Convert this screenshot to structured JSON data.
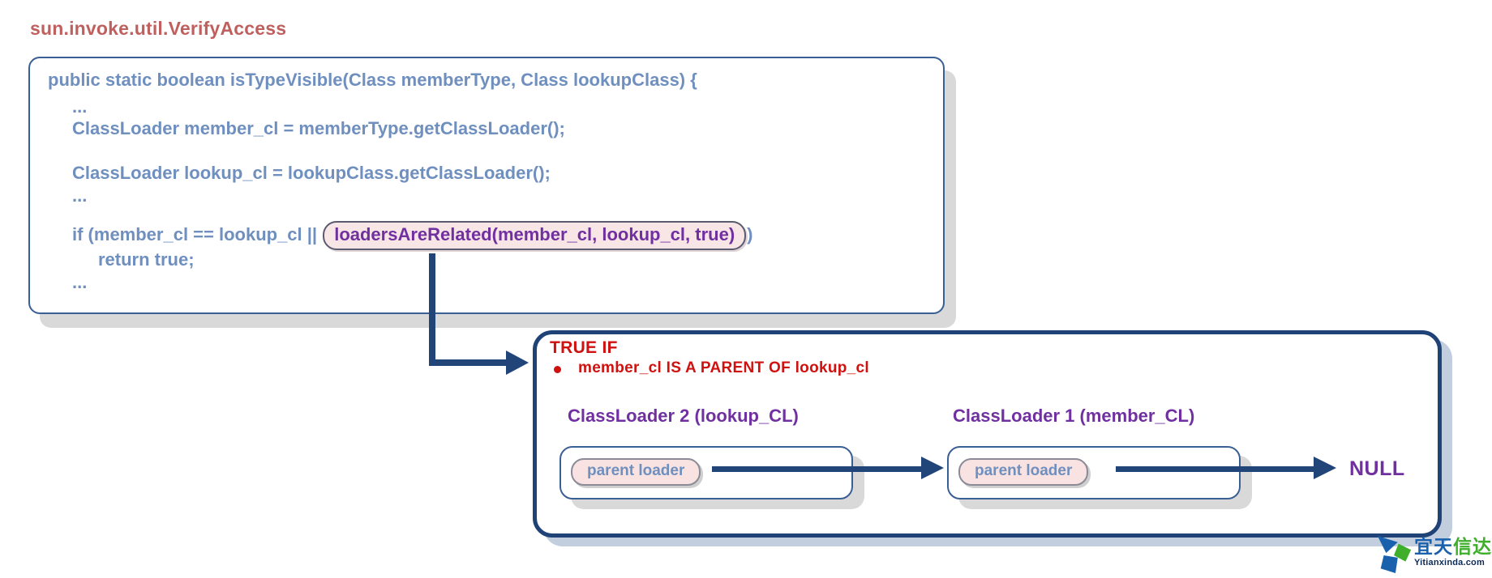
{
  "title": "sun.invoke.util.VerifyAccess",
  "code": {
    "lines": [
      "public static boolean isTypeVisible(Class memberType, Class lookupClass) {",
      "...",
      "ClassLoader member_cl = memberType.getClassLoader();",
      "ClassLoader lookup_cl = lookupClass.getClassLoader();",
      "...",
      "return true;",
      "..."
    ],
    "if_line": {
      "prefix": "if (member_cl == lookup_cl || ",
      "highlight": "loadersAreRelated(member_cl, lookup_cl, true)",
      "suffix": ")"
    }
  },
  "panel": {
    "heading": "TRUE IF",
    "bullet": "member_cl IS A PARENT OF lookup_cl",
    "loaders": [
      {
        "title": "ClassLoader 2 (lookup_CL)",
        "slot": "parent loader"
      },
      {
        "title": "ClassLoader 1 (member_CL)",
        "slot": "parent loader"
      }
    ],
    "terminal": "NULL"
  },
  "watermark": {
    "cn_part1": "宜天",
    "cn_part2": "信达",
    "domain": "Yitianxinda.com"
  },
  "colors": {
    "title_red": "#bf5f5e",
    "code_blue": "#6f8fbf",
    "box_border_blue": "#3a5f94",
    "navy": "#214579",
    "alert_red": "#cf1110",
    "purple": "#7030a0",
    "highlight_pink": "#f8e5e6",
    "shadow_gray": "#d9d9d9",
    "panel_shadow_blue": "#c2cede",
    "logo_blue": "#1961ad",
    "logo_green": "#3fae2a"
  }
}
